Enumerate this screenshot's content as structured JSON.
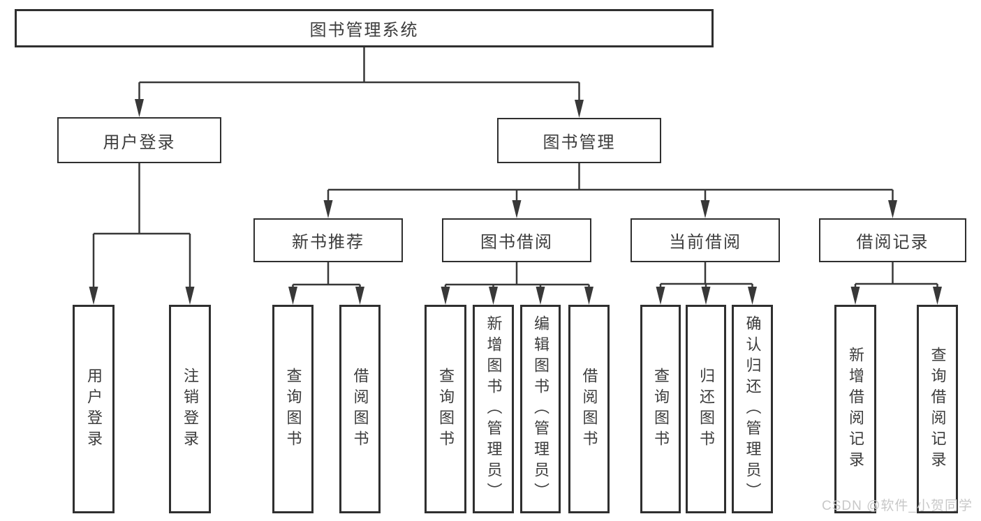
{
  "tree": {
    "label": "图书管理系统",
    "children": [
      {
        "label": "用户登录",
        "children": [
          {
            "label": "用户登录"
          },
          {
            "label": "注销登录"
          }
        ]
      },
      {
        "label": "图书管理",
        "children": [
          {
            "label": "新书推荐",
            "children": [
              {
                "label": "查询图书"
              },
              {
                "label": "借阅图书"
              }
            ]
          },
          {
            "label": "图书借阅",
            "children": [
              {
                "label": "查询图书"
              },
              {
                "label": "新增图书（管理员）"
              },
              {
                "label": "编辑图书（管理员）"
              },
              {
                "label": "借阅图书"
              }
            ]
          },
          {
            "label": "当前借阅",
            "children": [
              {
                "label": "查询图书"
              },
              {
                "label": "归还图书"
              },
              {
                "label": "确认归还（管理员）"
              }
            ]
          },
          {
            "label": "借阅记录",
            "children": [
              {
                "label": "新增借阅记录"
              },
              {
                "label": "查询借阅记录"
              }
            ]
          }
        ]
      }
    ]
  },
  "watermark": "CSDN @软件_小贺同学",
  "colors": {
    "line": "#383838",
    "border": "#2f2f2f",
    "text": "#3c3c3c",
    "background": "#ffffff",
    "watermark": "#c8c8c8"
  }
}
